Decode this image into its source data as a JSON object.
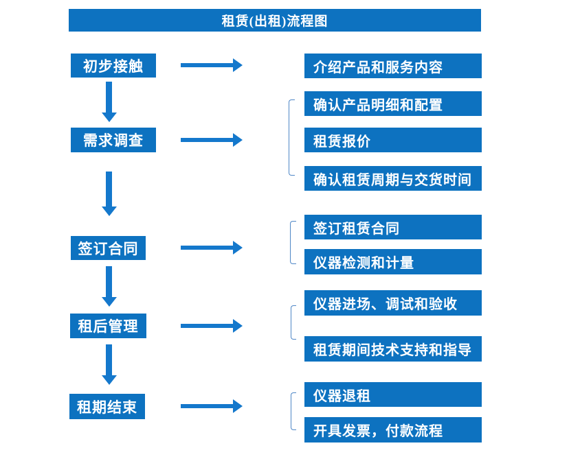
{
  "title": "租赁(出租)流程图",
  "colors": {
    "box_blue": "#0d72c0",
    "arrow_blue": "#1478cc",
    "bracket_blue": "#4e86c6",
    "text": "#ffffff",
    "background": "#ffffff"
  },
  "flow": {
    "steps": [
      {
        "label": "初步接触",
        "details": [
          "介绍产品和服务内容"
        ]
      },
      {
        "label": "需求调查",
        "details": [
          "确认产品明细和配置",
          "租赁报价",
          "确认租赁周期与交货时间"
        ]
      },
      {
        "label": "签订合同",
        "details": [
          "签订租赁合同",
          "仪器检测和计量"
        ]
      },
      {
        "label": "租后管理",
        "details": [
          "仪器进场、调试和验收",
          "租赁期间技术支持和指导"
        ]
      },
      {
        "label": "租期结束",
        "details": [
          "仪器退租",
          "开具发票，付款流程"
        ]
      }
    ]
  }
}
